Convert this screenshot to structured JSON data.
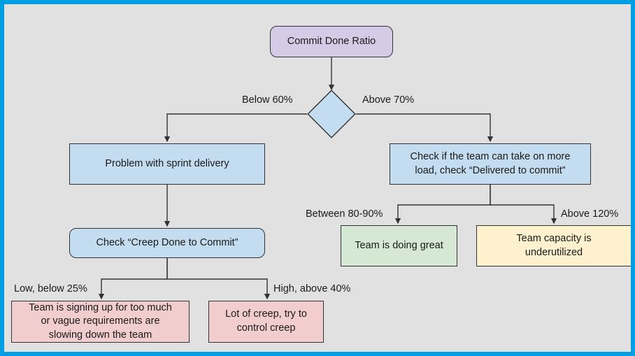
{
  "diagram": {
    "title_node": {
      "label": "Commit Done Ratio"
    },
    "decision": {
      "label": ""
    },
    "nodes": {
      "problem_sprint": {
        "label": "Problem with sprint delivery"
      },
      "check_more_load": {
        "label": "Check if the team can take on more\nload, check “Delivered to commit”"
      },
      "check_creep": {
        "label": "Check “Creep Done to Commit”"
      },
      "team_great": {
        "label": "Team is doing great"
      },
      "team_underutilized": {
        "label": "Team capacity is\nunderutilized"
      },
      "signing_too_much": {
        "label": "Team is signing up for too much\nor vague requirements are\nslowing down the team"
      },
      "lot_of_creep": {
        "label": "Lot of creep, try to\ncontrol creep"
      }
    },
    "edge_labels": {
      "below_60": "Below 60%",
      "above_70": "Above 70%",
      "between_80_90": "Between 80-90%",
      "above_120": "Above 120%",
      "low_below_25": "Low, below 25%",
      "high_above_40": "High, above 40%"
    },
    "colors": {
      "frame_border": "#009fe3",
      "canvas_background": "#e1e1e1",
      "purple_fill": "#d5cbe6",
      "blue_fill": "#c3dcf0",
      "green_fill": "#d5e8d4",
      "yellow_fill": "#fdf2cd",
      "pink_fill": "#f2cdcd",
      "stroke": "#333333"
    }
  }
}
